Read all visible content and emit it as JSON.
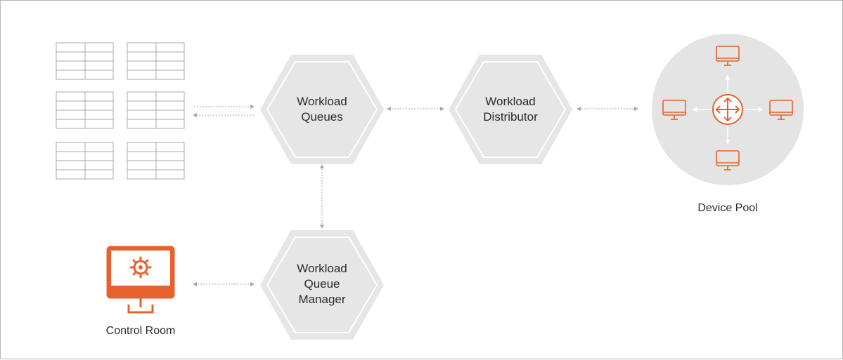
{
  "nodes": {
    "workload_queues": {
      "lines": [
        "Workload",
        "Queues"
      ]
    },
    "workload_distributor": {
      "lines": [
        "Workload",
        "Distributor"
      ]
    },
    "workload_queue_manager": {
      "lines": [
        "Workload",
        "Queue",
        "Manager"
      ]
    }
  },
  "labels": {
    "control_room": "Control Room",
    "device_pool": "Device Pool"
  },
  "icons": {
    "queue_tables": "table-grid-icon",
    "control_room": "monitor-gear-icon",
    "device_pool_center": "move-arrows-icon",
    "device_pool_devices": "monitor-icon"
  },
  "colors": {
    "accent": "#e8612c",
    "hexagon_fill": "#e6e6e6",
    "hexagon_outline": "#ffffff",
    "pool_circle": "#e4e4e4",
    "connector": "#a6a6a6",
    "table_lines": "#aaaaaa",
    "text": "#2b2b2b",
    "frame": "#b4b4b4"
  }
}
